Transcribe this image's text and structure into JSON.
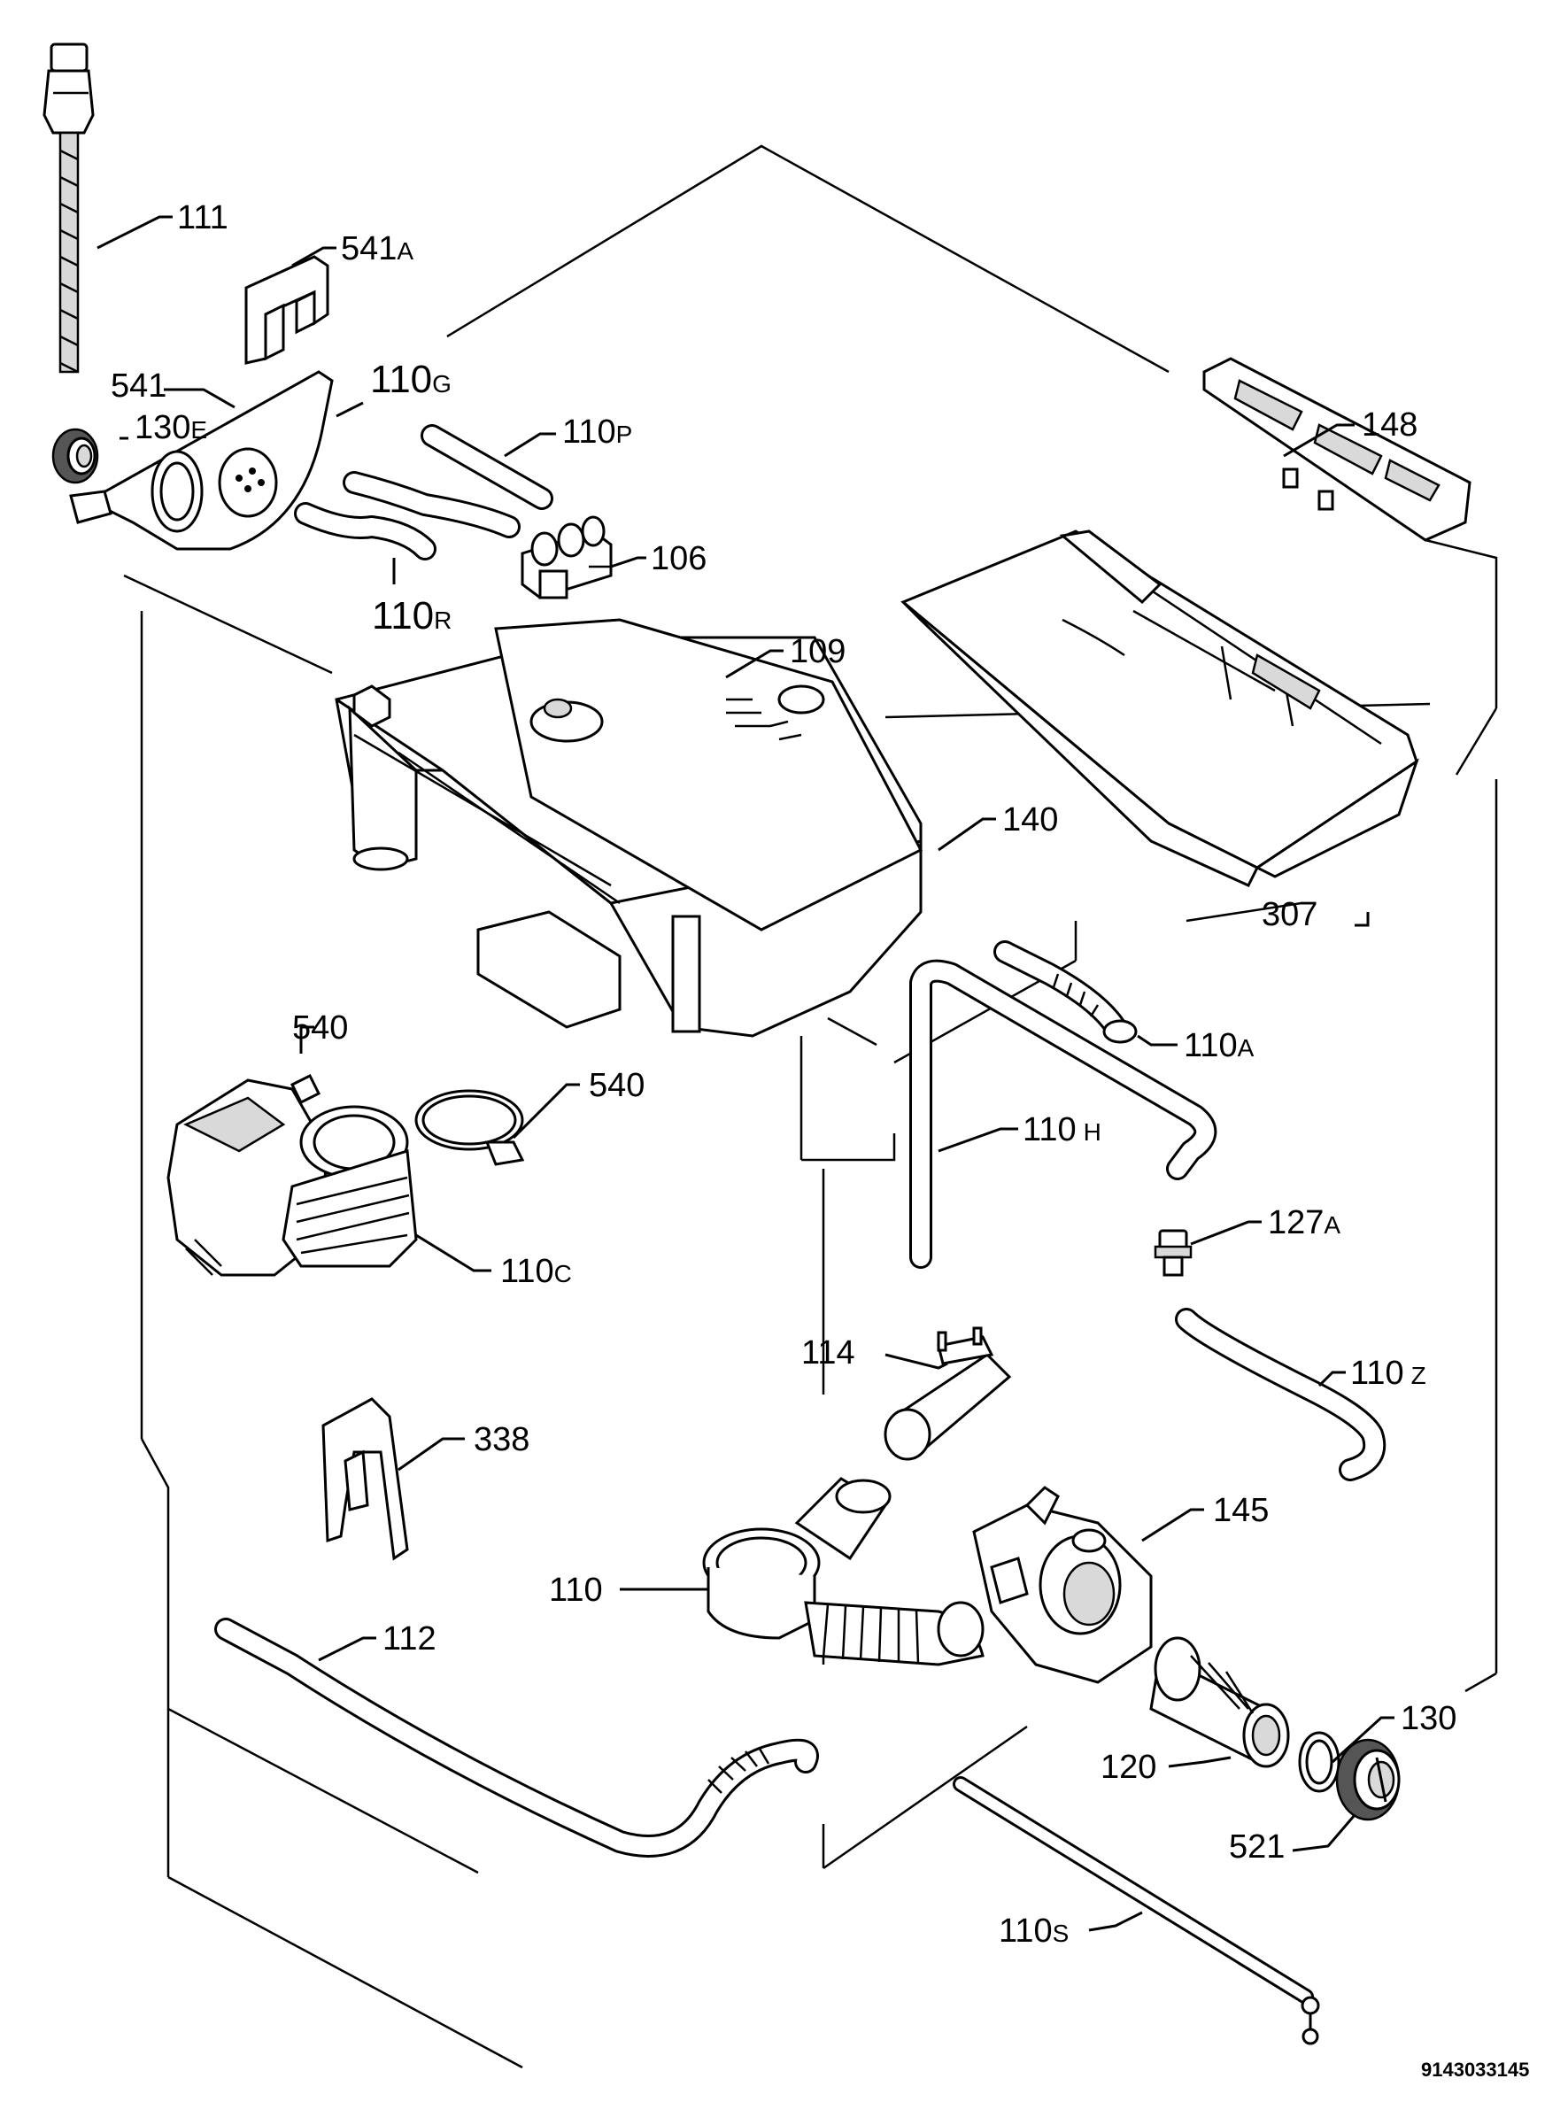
{
  "labels": {
    "p111": "111",
    "p541A_num": "541",
    "p541A_sub": "A",
    "p541": "541",
    "p130E_num": "130",
    "p130E_sub": "E",
    "p110G_num": "110",
    "p110G_sub": "G",
    "p110P_num": "110",
    "p110P_sub": "P",
    "p148": "148",
    "p106": "106",
    "p110R_num": "110",
    "p110R_sub": "R",
    "p109": "109",
    "p140": "140",
    "p307": "307",
    "p540a": "540",
    "p540b": "540",
    "p110A_num": "110",
    "p110A_sub": "A",
    "p110H_num": "110",
    "p110H_sub": "H",
    "p127A_num": "127",
    "p127A_sub": "A",
    "p110C_num": "110",
    "p110C_sub": "C",
    "p114": "114",
    "p110Z_num": "110",
    "p110Z_sub": "Z",
    "p338": "338",
    "p145": "145",
    "p110": "110",
    "p112": "112",
    "p130": "130",
    "p120": "120",
    "p521": "521",
    "p110S_num": "110",
    "p110S_sub": "S"
  },
  "document_number": "9143033145"
}
